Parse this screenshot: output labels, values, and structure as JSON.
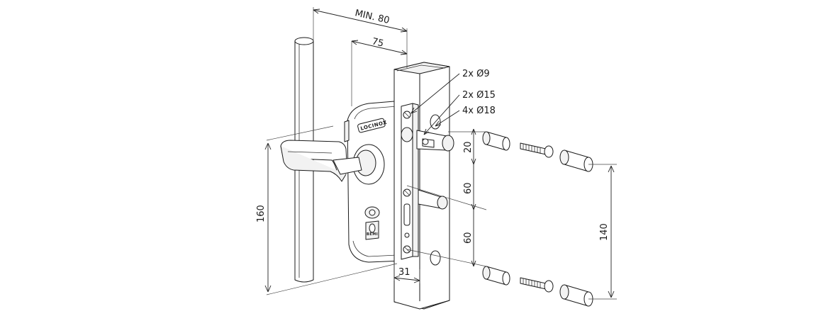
{
  "dimensions": {
    "min_width": "MIN. 80",
    "width": "75",
    "height_total": "160",
    "bottom_offset": "31",
    "spacing_top": "20",
    "spacing_mid": "60",
    "spacing_low": "60",
    "screw_span": "140"
  },
  "holes": {
    "small": "2x Ø9",
    "medium": "2x Ø15",
    "large": "4x Ø18"
  },
  "brand": "LOCINOX",
  "cylinder_mark": "BEMI"
}
